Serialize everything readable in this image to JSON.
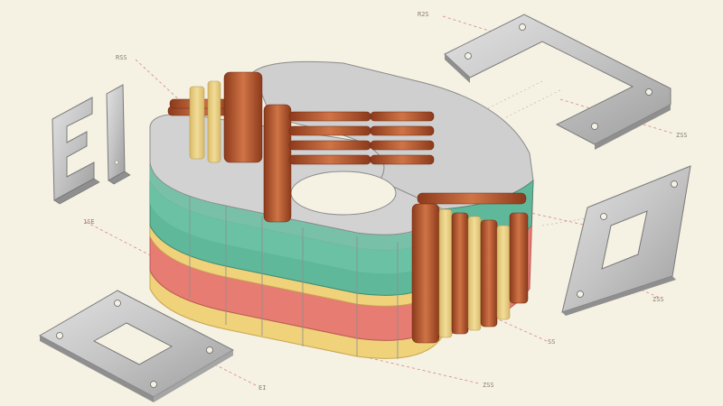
{
  "title": "",
  "callouts": [
    {
      "id": "tl",
      "text": "RSS"
    },
    {
      "id": "top",
      "text": "R2S"
    },
    {
      "id": "left",
      "text": "1SE"
    },
    {
      "id": "right-top",
      "text": "ZSS"
    },
    {
      "id": "right-mid",
      "text": "ZSS"
    },
    {
      "id": "right-low",
      "text": "SS"
    },
    {
      "id": "bottom-mid",
      "text": "ZSS"
    },
    {
      "id": "bottom-left",
      "text": "EI"
    }
  ],
  "colors": {
    "background": "#f5f1e3",
    "steel": "#c9c9c9",
    "steel_dark": "#9a9a9a",
    "copper": "#b4552f",
    "insulation_tan": "#e7cf88",
    "layer_teal": "#5fb89a",
    "layer_red": "#e67c72",
    "layer_yellow": "#efd27a",
    "leader_line": "#d38a80"
  },
  "components": [
    {
      "name": "E-lamination",
      "icon": "e-lamination-icon"
    },
    {
      "name": "I-lamination",
      "icon": "i-lamination-icon"
    },
    {
      "name": "toroidal-core-stack",
      "icon": "core-stack-icon"
    },
    {
      "name": "copper-winding",
      "icon": "winding-icon"
    },
    {
      "name": "L-bracket-plate",
      "icon": "bracket-icon"
    },
    {
      "name": "window-plate-right",
      "icon": "plate-icon"
    },
    {
      "name": "window-plate-bottom",
      "icon": "plate-icon"
    }
  ]
}
